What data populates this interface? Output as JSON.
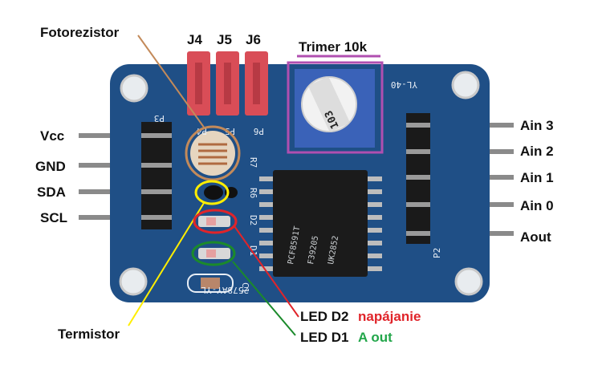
{
  "labels": {
    "photoresistor": "Fotorezistor",
    "j4": "J4",
    "j5": "J5",
    "j6": "J6",
    "trimmer": "Trimer 10k",
    "vcc": "Vcc",
    "gnd": "GND",
    "sda": "SDA",
    "scl": "SCL",
    "ain3": "Ain 3",
    "ain2": "Ain 2",
    "ain1": "Ain 1",
    "ain0": "Ain 0",
    "aout": "Aout",
    "thermistor": "Termistor",
    "led_d2": "LED D2",
    "led_d2_desc": "napájanie",
    "led_d1": "LED D1",
    "led_d1_desc": "A out"
  },
  "silkscreen": {
    "board_model": "YL-40",
    "board_code": "2578AY-YL",
    "ic_part": "PCF8591T",
    "ic_code": "F39205",
    "ic_batch": "UK2852",
    "trimmer_marking": "103",
    "header_left": "P3",
    "header_right": "P2",
    "r7": "R7",
    "r6": "R6",
    "d2": "D2",
    "d1": "D1",
    "c1": "C1",
    "p4": "P4",
    "p5": "P5",
    "p6": "P6"
  },
  "colors": {
    "board": "#1f4f86",
    "jumper": "#d94d57",
    "trimmer_box": "#b04fb0",
    "photoresistor_ring": "#c38a5a",
    "thermistor_ring": "#ffee00",
    "led_d2_ring": "#e0242a",
    "led_d1_ring": "#1b8a2b",
    "napajanie_text": "#e0242a",
    "aout_text": "#22a64a"
  }
}
